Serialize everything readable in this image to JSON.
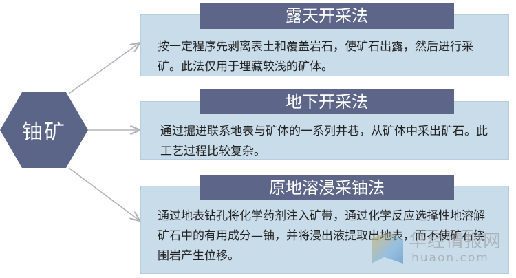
{
  "center": {
    "label": "铀矿"
  },
  "methods": [
    {
      "title": "露天开采法",
      "description": "按一定程序先剥离表土和覆盖岩石，使矿石出露，然后进行采矿。此法仅用于埋藏较浅的矿体。"
    },
    {
      "title": "地下开采法",
      "description": "通过掘进联系地表与矿体的一系列井巷，从矿体中采出矿石。此工艺过程比较复杂。"
    },
    {
      "title": "原地溶浸采铀法",
      "description": "通过地表钻孔将化学药剂注入矿带，通过化学反应选择性地溶解矿石中的有用成分—铀，并将浸出液提取出地表，而不使矿石绕围岩产生位移。"
    }
  ],
  "watermark": {
    "name": "华经情报网",
    "url": "huaon.com"
  },
  "colors": {
    "header_bg": "#5d6688",
    "hex_bg": "#5b6587",
    "box_bg": "#c9dcea",
    "arrow": "#b0b3b8"
  }
}
